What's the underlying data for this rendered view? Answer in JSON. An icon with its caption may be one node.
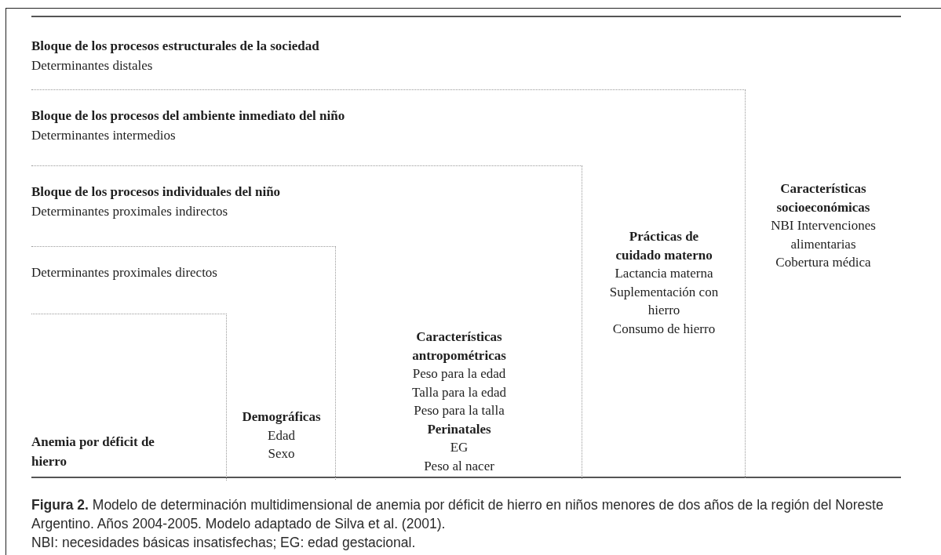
{
  "diagram": {
    "caption": "**Figura 2.** Modelo de determinación multidimensional de anemia por déficit de hierro en niños menores de dos años de la región del Noreste Argentino. Años 2004-2005. Modelo adaptado de Silva et al. (2001).",
    "nodes": [
      {
        "text": [
          "Bloque de los procesos estructurales de la sociedad",
          "Determinantes distales"
        ]
      },
      {
        "text": [
          "Bloque de los procesos del ambiente inmediato del niño",
          "Determinantes intermedios"
        ],
        "in": 0
      },
      {
        "text": [
          "Bloque de los procesos individuales del niño",
          "Determinantes proximales indirectos"
        ],
        "in": 1
      },
      {
        "text": [
          "Determinantes proximales directos"
        ],
        "in": 2
      },
      {
        "text": [
          "Anemia por déficit de hierro"
        ],
        "in": 3
      },
      {
        "text": [
          "Demográficas",
          "Edad",
          "Sexo"
        ],
        "in": 3
      },
      {
        "text": [
          "Características antropométricas",
          "Peso para la edad",
          "Talla para la edad",
          "Peso para la talla",
          "Perinatales",
          "EG",
          "Peso al nacer"
        ],
        "in": 2
      },
      {
        "text": [
          "Prácticas de cuidado materno",
          "Lactancia materna",
          "Suplementación con hierro",
          "Consumo de hierro"
        ],
        "in": 1
      },
      {
        "text": [
          "Características socioeconómicas",
          "NBI Intervenciones alimentarias",
          "Cobertura médica"
        ],
        "in": 0
      }
    ],
    "edges": [],
    "labels": [
      "NBI: necesidades básicas insatisfechas; EG: edad gestacional."
    ]
  }
}
